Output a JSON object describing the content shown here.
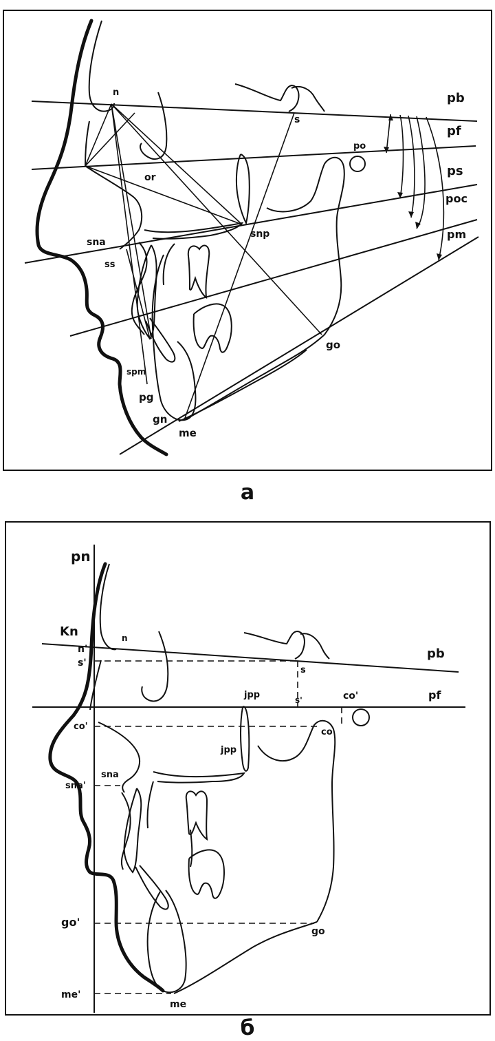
{
  "figure_a": {
    "caption": "a",
    "plane_labels": {
      "pb": "pb",
      "pf": "pf",
      "ps": "ps",
      "poc": "poc",
      "pm": "pm"
    },
    "point_labels": {
      "n": "n",
      "s": "s",
      "po": "po",
      "or": "or",
      "snp": "snp",
      "sna": "sna",
      "ss": "ss",
      "spm": "spm",
      "pg": "pg",
      "gn": "gn",
      "me": "me",
      "go": "go"
    }
  },
  "figure_b": {
    "caption": "б",
    "plane_labels": {
      "pn": "pn",
      "kn": "Kn",
      "pb": "pb",
      "pf": "pf"
    },
    "point_labels": {
      "n": "n",
      "n_prime": "n'",
      "s_prime_left": "s'",
      "s": "s",
      "s_prime_right": "s'",
      "jpp_top": "jpp",
      "jpp_bottom": "jpp",
      "co_prime_right": "co'",
      "co_prime_left": "co'",
      "co": "co",
      "sna_prime": "sna'",
      "sna": "sna",
      "go_prime": "go'",
      "go": "go",
      "me_prime": "me'",
      "me": "me"
    }
  }
}
